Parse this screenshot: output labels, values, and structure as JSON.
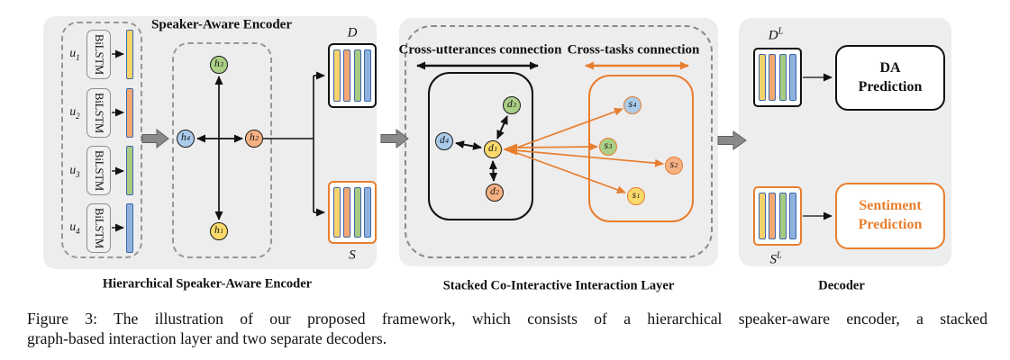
{
  "figure": {
    "caption_line1": "Figure 3:  The illustration of our proposed framework, which consists of a hierarchical speaker-aware encoder, a stacked",
    "caption_line2": "graph-based interaction layer and two separate decoders."
  },
  "encoder_panel": {
    "title": "Speaker-Aware Encoder",
    "caption": "Hierarchical Speaker-Aware Encoder",
    "utterances": [
      {
        "base": "u",
        "sub": "1",
        "bilstm": "BiLSTM"
      },
      {
        "base": "u",
        "sub": "2",
        "bilstm": "BiLSTM"
      },
      {
        "base": "u",
        "sub": "3",
        "bilstm": "BiLSTM"
      },
      {
        "base": "u",
        "sub": "4",
        "bilstm": "BiLSTM"
      }
    ],
    "h_nodes": {
      "h1": {
        "base": "h",
        "sub": "1"
      },
      "h2": {
        "base": "h",
        "sub": "2"
      },
      "h3": {
        "base": "h",
        "sub": "3"
      },
      "h4": {
        "base": "h",
        "sub": "4"
      }
    },
    "d_matrix_label": "D",
    "s_matrix_label": "S"
  },
  "interaction_panel": {
    "caption": "Stacked Co-Interactive Interaction Layer",
    "cross_utterances_label": "Cross-utterances connection",
    "cross_tasks_label": "Cross-tasks connection",
    "d_nodes": {
      "d1": {
        "base": "d",
        "sub": "1"
      },
      "d2": {
        "base": "d",
        "sub": "2"
      },
      "d3": {
        "base": "d",
        "sub": "3"
      },
      "d4": {
        "base": "d",
        "sub": "4"
      }
    },
    "s_nodes": {
      "s1": {
        "base": "s",
        "sub": "1"
      },
      "s2": {
        "base": "s",
        "sub": "2"
      },
      "s3": {
        "base": "s",
        "sub": "3"
      },
      "s4": {
        "base": "s",
        "sub": "4"
      }
    }
  },
  "decoder_panel": {
    "caption": "Decoder",
    "dl_label": {
      "base": "D",
      "sup": "L"
    },
    "sl_label": {
      "base": "S",
      "sup": "L"
    },
    "da_prediction": {
      "line1": "DA",
      "line2": "Prediction"
    },
    "sentiment_prediction": {
      "line1": "Sentiment",
      "line2": "Prediction"
    }
  },
  "colors": {
    "panel_bg": "#EDEDEE",
    "accent_orange": "#E87E2E",
    "line_black": "#111111",
    "arrow_gray": "#8A8A8A",
    "node_yellow": "#FBD96B",
    "node_orange": "#F5B183",
    "node_green": "#ABCF87",
    "node_blue": "#AACBEA",
    "bar_yellow": "#F7D36A",
    "bar_orange": "#F2A873",
    "bar_green": "#A9CA80",
    "bar_blue": "#8FB2DC",
    "bar_border": "#3A66AD"
  }
}
